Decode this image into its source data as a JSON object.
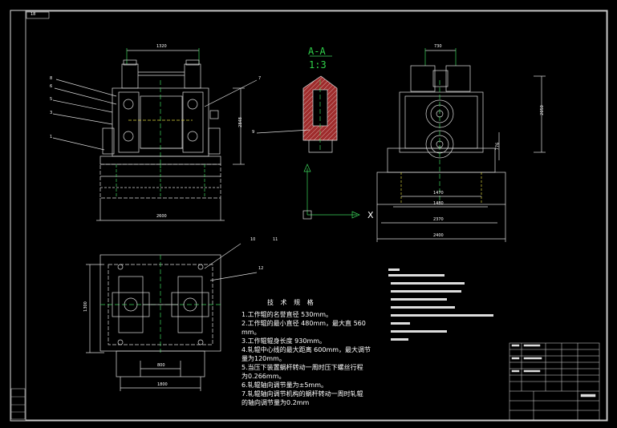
{
  "drawing": {
    "sheet_tag": "18",
    "section_label": "A-A",
    "section_scale": "1:3",
    "axis_x": "X",
    "dims": {
      "front_top": "1320",
      "front_height": "2848",
      "front_bottom": "2600",
      "side_top": "730",
      "side_height": "2050",
      "side_mid": "776",
      "side_w1": "1470",
      "side_w2": "1480",
      "side_w3": "2370",
      "side_w4": "2400",
      "plan_left": "1300",
      "plan_mid": "800",
      "plan_bottom": "1800"
    },
    "part_labels": {
      "p8": "8",
      "p6": "6",
      "p5": "5",
      "p3": "3",
      "p1": "1",
      "p7": "7",
      "p9": "9",
      "p10": "10",
      "p11": "11",
      "p12": "12"
    }
  },
  "spec": {
    "title": "技 术 规 格",
    "lines": [
      "1.工作辊的名誉直径 530mm。",
      "2.工作辊的最小直径 480mm，最大直 560",
      "mm。",
      "3.工作辊辊身长度 930mm。",
      "4.轧辊中心线的最大距离 600mm，最大调节",
      "量为120mm。",
      "5.当压下装置蜗杆转动一周时压下螺丝行程",
      "为0.266mm。",
      "6.轧辊轴向调节量为±5mm。",
      "7.轧辊轴向调节机构的蜗杆转动一周时轧辊",
      "的轴向调节量为0.2mm"
    ]
  }
}
